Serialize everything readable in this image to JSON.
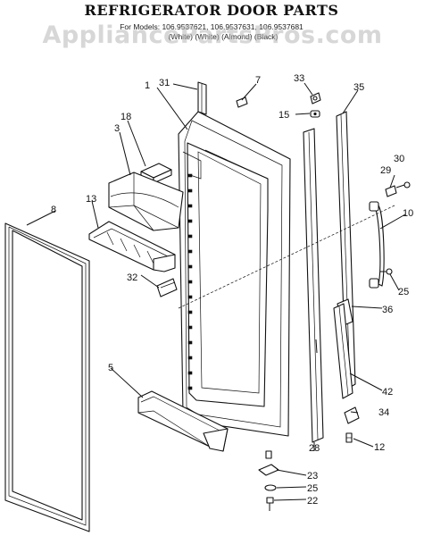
{
  "title": "REFRIGERATOR DOOR PARTS",
  "subtitle_line1": "For Models: 106.9537621, 106.9537631, 106.9537681",
  "subtitle_line2": "(White)    (White)    (Almond)    (Black)",
  "watermark": "AppliancePartsPros.com",
  "callouts": {
    "c1": "1",
    "c3": "3",
    "c5": "5",
    "c7": "7",
    "c8": "8",
    "c10": "10",
    "c12": "12",
    "c13": "13",
    "c15": "15",
    "c18": "18",
    "c22": "22",
    "c23": "23",
    "c25a": "25",
    "c25b": "25",
    "c28": "28",
    "c29": "29",
    "c30": "30",
    "c31": "31",
    "c32": "32",
    "c33": "33",
    "c34": "34",
    "c35": "35",
    "c36": "36",
    "c42": "42"
  }
}
